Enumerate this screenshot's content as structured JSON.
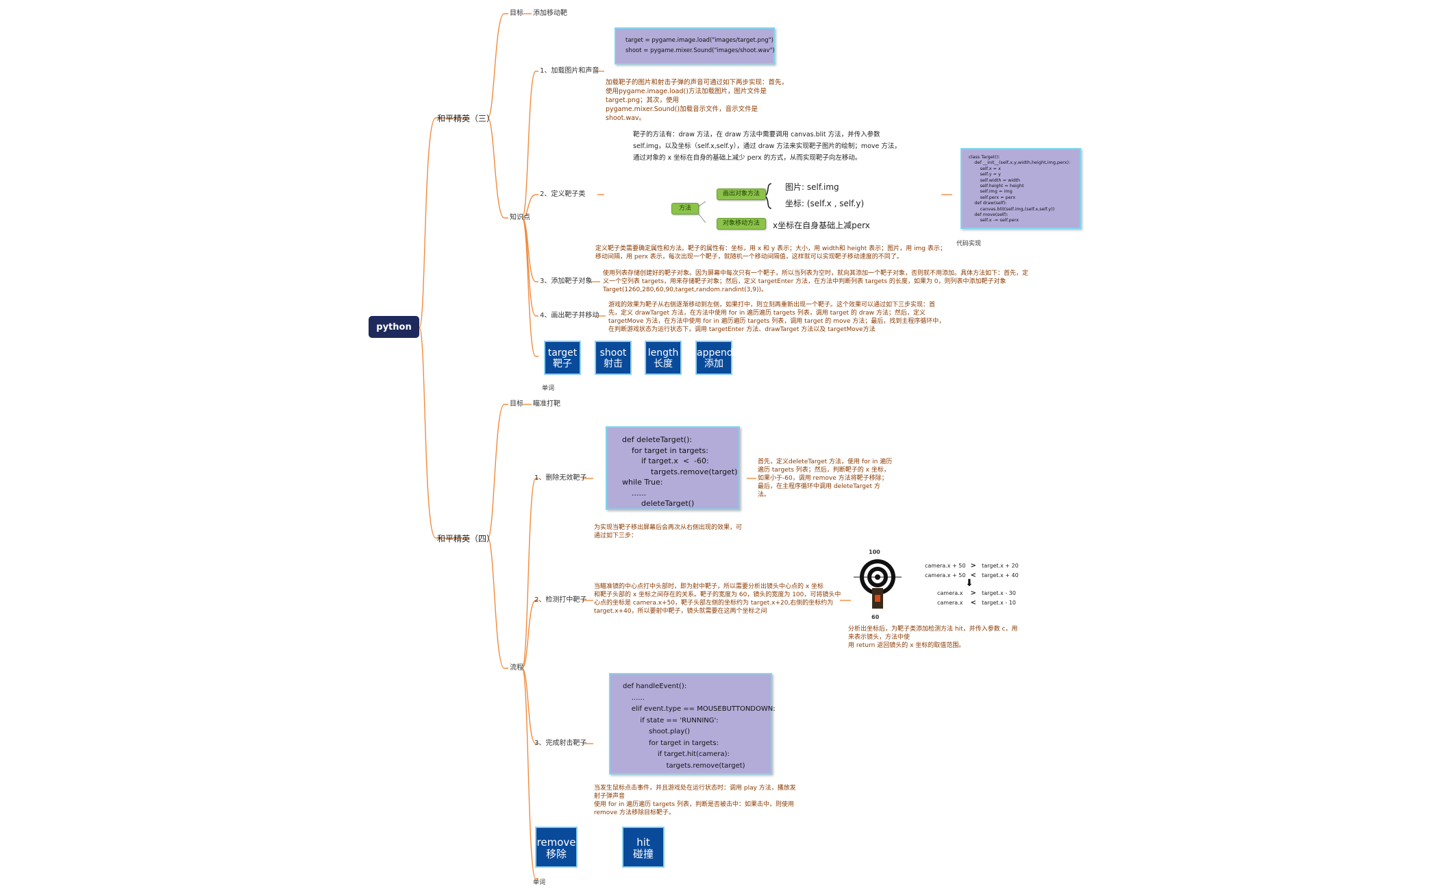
{
  "root": {
    "label": "python"
  },
  "branches": [
    {
      "label": "和平精英（三）"
    },
    {
      "label": "和平精英（四）"
    }
  ],
  "part3": {
    "goal": {
      "label": "目标",
      "text": "添加移动靶"
    },
    "knowledge": {
      "label": "知识点"
    },
    "vocab_label": "单词",
    "steps": [
      {
        "label": "1、加载图片和声音"
      },
      {
        "label": "2、定义靶子类"
      },
      {
        "label": "3、添加靶子对象"
      },
      {
        "label": "4、画出靶子并移动"
      }
    ],
    "code1": "target = pygame.image.load(\"images/target.png\")\nshoot = pygame.mixer.Sound(\"images/shoot.wav\")",
    "desc1": "加载靶子的图片和射击子弹的声音可通过如下两步实现：首先，\n使用pygame.image.load()方法加载图片，图片文件是\ntarget.png；其次，使用\npygame.mixer.Sound()加载音示文件，音示文件是\nshoot.wav。",
    "desc2": "靶子的方法有：draw 方法，在 draw 方法中需要调用 canvas.blit 方法，并传入参数\nself.img，以及坐标（self.x,self.y），通过 draw 方法来实现靶子图片的绘制；move 方法，\n通过对象的 x 坐标在自身的基础上减少 perx 的方式，从而实现靶子向左移动。",
    "method": {
      "label": "方法",
      "draw": "画出对象方法",
      "move": "对象移动方法",
      "img": "图片: self.img",
      "coord": "坐标: (self.x , self.y)",
      "perx": "x坐标在自身基础上减perx"
    },
    "class_code": "class Target():\n    def __init__(self,x,y,width,height,img,perx):\n        self.x = x\n        self.y = y\n        self.width = width\n        self.height = height\n        self.img = img\n        self.perx = perx\n    def draw(self):\n        canvas.blit(self.img,(self.x,self.y))\n    def move(self):\n        self.x -= self.perx",
    "class_label": "代码实现",
    "desc_class": "定义靶子类需要确定属性和方法。靶子的属性有：坐标，用 x 和 y 表示；大小，用 width和 height 表示；图片，用 img 表示；\n移动间隔，用 perx 表示，每次出现一个靶子，就随机一个移动间隔值，这样就可以实现靶子移动速度的不同了。",
    "desc3": "使用列表存储创建好的靶子对象。因为屏幕中每次只有一个靶子，所以当列表为空时，就向其添加一个靶子对象，否则就不用添加。具体方法如下：首先，定\n义一个空列表 targets，用来存储靶子对象；然后，定义 targetEnter 方法，在方法中判断列表 targets 的长度，如果为 0，则列表中添加靶子对象\nTarget(1260,280,60,90,target,random.randint(3,9))。",
    "desc4": "游戏的效果为靶子从右侧逐渐移动到左侧，如果打中，则立刻再重新出现一个靶子。这个效果可以通过如下三步实现：首\n先，定义 drawTarget 方法，在方法中使用 for in 遍历遍历 targets 列表，调用 target 的 draw 方法；然后，定义\ntargetMove 方法，在方法中使用 for in 遍历遍历 targets 列表，调用 target 的 move 方法；最后，找到主程序循环中，\n在判断游戏状态为运行状态下，调用 targetEnter 方法、drawTarget 方法以及 targetMove方法",
    "vocab": [
      {
        "en": "target",
        "zh": "靶子"
      },
      {
        "en": "shoot",
        "zh": "射击"
      },
      {
        "en": "length",
        "zh": "长度"
      },
      {
        "en": "append",
        "zh": "添加"
      }
    ]
  },
  "part4": {
    "goal": {
      "label": "目标",
      "text": "瞄准打靶"
    },
    "flow": {
      "label": "流程"
    },
    "vocab_label": "单词",
    "steps": [
      {
        "label": "1、删除无效靶子"
      },
      {
        "label": "2、检测打中靶子"
      },
      {
        "label": "3、完成射击靶子"
      }
    ],
    "code1": "def deleteTarget():\n    for target in targets:\n        if target.x  <  -60:\n            targets.remove(target)\nwhile True:\n    ......\n        deleteTarget()",
    "desc1a": "首先，定义deleteTarget 方法，使用 for in 遍历\n遍历 targets 列表；然后，判断靶子的 x 坐标，\n如果小于-60，调用 remove 方法将靶子移除；\n最后，在主程序循环中调用 deleteTarget 方\n法。",
    "desc1b": "为实现当靶子移出屏幕后会再次从右侧出现的效果，可\n通过如下三步：",
    "desc2": "当瞄准镜的中心点打中头部时，即为射中靶子，所以需要分析出镜头中心点的 x 坐标\n和靶子头部的 x 坐标之间存在的关系。靶子的宽度为 60，镜头的宽度为 100，可将镜头中\n心点的坐标是 camera.x+50，靶子头部左侧的坐标约为 target.x+20,右侧的坐标约为\ntarget.x+40，所以要射中靶子，镜头就需要在这两个坐标之间",
    "target_top": "100",
    "target_bottom": "60",
    "compare": [
      {
        "left": "camera.x + 50",
        "op": ">",
        "right": "target.x + 20"
      },
      {
        "left": "camera.x + 50",
        "op": "<",
        "right": "target.x + 40"
      },
      {
        "left": "camera.x",
        "op": ">",
        "right": "target.x - 30"
      },
      {
        "left": "camera.x",
        "op": "<",
        "right": "target.x - 10"
      }
    ],
    "arrow": "⬇",
    "desc2b": "分析出坐标后，为靶子类添加检测方法 hit，并传入参数 c，用\n来表示镜头，方法中使\n用 return 返回镜头的 x 坐标的取值范围。",
    "code3": "def handleEvent():\n    ......\n    elif event.type == MOUSEBUTTONDOWN:\n        if state == 'RUNNING':\n            shoot.play()\n            for target in targets:\n                if target.hit(camera):\n                    targets.remove(target)",
    "desc3": "当发生鼠标点击事件，并且游戏处在运行状态时：调用 play 方法，播放发\n射子弹声音\n使用 for in 遍历遍历 targets 列表，判断是否被击中：如果击中，则使用\nremove 方法移除目标靶子。",
    "vocab": [
      {
        "en": "remove",
        "zh": "移除"
      },
      {
        "en": "hit",
        "zh": "碰撞"
      }
    ]
  },
  "colors": {
    "line": "#f08a3c",
    "root": "#1f2a5c",
    "code_bg": "#b3acd9",
    "card_bg": "#0a4a9a"
  }
}
